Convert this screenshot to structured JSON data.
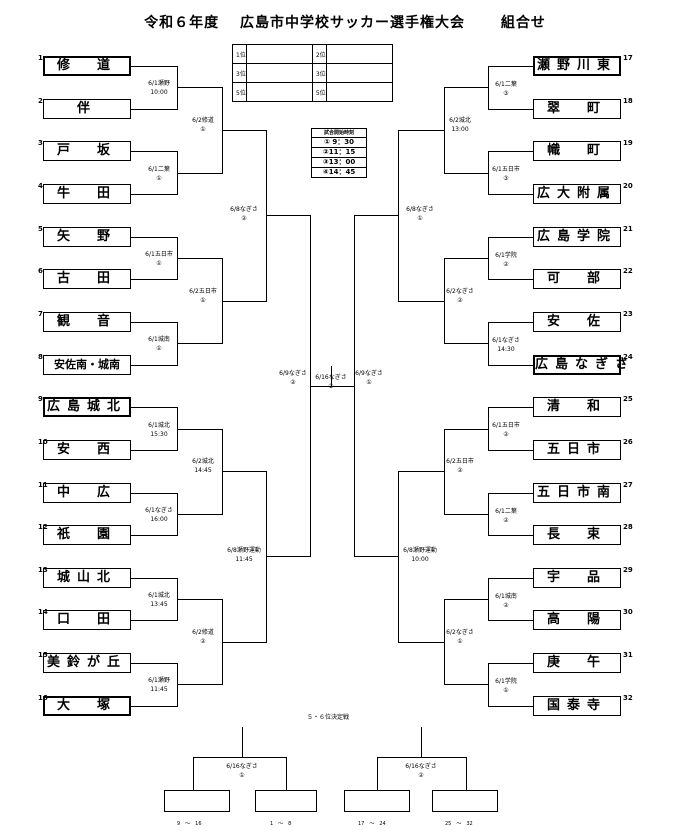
{
  "title": "令和６年度　 広島市中学校サッカー選手権大会　　 組合せ",
  "rank_table": [
    [
      "1位",
      "2位"
    ],
    [
      "3位",
      "3位"
    ],
    [
      "5位",
      "5位"
    ]
  ],
  "schedule": {
    "header": "試合開始時刻",
    "rows": [
      "① 9：30",
      "②11：15",
      "③13：00",
      "④14：45"
    ]
  },
  "left_teams": [
    {
      "num": "1",
      "name": "修　道"
    },
    {
      "num": "2",
      "name": "伴"
    },
    {
      "num": "3",
      "name": "戸　坂"
    },
    {
      "num": "4",
      "name": "牛　田"
    },
    {
      "num": "5",
      "name": "矢　野"
    },
    {
      "num": "6",
      "name": "古　田"
    },
    {
      "num": "7",
      "name": "観　音"
    },
    {
      "num": "8",
      "name": "安佐南・城南"
    },
    {
      "num": "9",
      "name": "広島城北"
    },
    {
      "num": "10",
      "name": "安　西"
    },
    {
      "num": "11",
      "name": "中　広"
    },
    {
      "num": "12",
      "name": "祇　園"
    },
    {
      "num": "13",
      "name": "城山北"
    },
    {
      "num": "14",
      "name": "口　田"
    },
    {
      "num": "15",
      "name": "美鈴が丘"
    },
    {
      "num": "16",
      "name": "大　塚"
    }
  ],
  "right_teams": [
    {
      "num": "17",
      "name": "瀬野川東"
    },
    {
      "num": "18",
      "name": "翠　町"
    },
    {
      "num": "19",
      "name": "幟　町"
    },
    {
      "num": "20",
      "name": "広大附属"
    },
    {
      "num": "21",
      "name": "広島学院"
    },
    {
      "num": "22",
      "name": "可　部"
    },
    {
      "num": "23",
      "name": "安　佐"
    },
    {
      "num": "24",
      "name": "広島なぎさ"
    },
    {
      "num": "25",
      "name": "清　和"
    },
    {
      "num": "26",
      "name": "五日市"
    },
    {
      "num": "27",
      "name": "五日市南"
    },
    {
      "num": "28",
      "name": "長　束"
    },
    {
      "num": "29",
      "name": "宇　品"
    },
    {
      "num": "30",
      "name": "高　陽"
    },
    {
      "num": "31",
      "name": "庚　午"
    },
    {
      "num": "32",
      "name": "国泰寺"
    }
  ],
  "left_r1": [
    {
      "t": "6/1瀬野",
      "s": "10:00"
    },
    {
      "t": "6/1二葉",
      "s": "①"
    },
    {
      "t": "6/1五日市",
      "s": "①"
    },
    {
      "t": "6/1城南",
      "s": "①"
    },
    {
      "t": "6/1城北",
      "s": "15:30"
    },
    {
      "t": "6/1なぎさ",
      "s": "16:00"
    },
    {
      "t": "6/1城北",
      "s": "13:45"
    },
    {
      "t": "6/1瀬野",
      "s": "11:45"
    }
  ],
  "right_r1": [
    {
      "t": "6/1二葉",
      "s": "③"
    },
    {
      "t": "6/1五日市",
      "s": "③"
    },
    {
      "t": "6/1学院",
      "s": "②"
    },
    {
      "t": "6/1なぎさ",
      "s": "14:30"
    },
    {
      "t": "6/1五日市",
      "s": "②"
    },
    {
      "t": "6/1二葉",
      "s": "②"
    },
    {
      "t": "6/1城南",
      "s": "②"
    },
    {
      "t": "6/1学院",
      "s": "①"
    }
  ],
  "left_r2": [
    {
      "t": "6/2修道",
      "s": "①"
    },
    {
      "t": "6/2五日市",
      "s": "①"
    },
    {
      "t": "6/2城北",
      "s": "14:45"
    },
    {
      "t": "6/2修道",
      "s": "②"
    }
  ],
  "right_r2": [
    {
      "t": "6/2城北",
      "s": "13:00"
    },
    {
      "t": "6/2なぎさ",
      "s": "②"
    },
    {
      "t": "6/2五日市",
      "s": "②"
    },
    {
      "t": "6/2なぎさ",
      "s": "①"
    }
  ],
  "left_r3": [
    {
      "t": "6/8なぎさ",
      "s": "②"
    },
    {
      "t": "6/8瀬野運動",
      "s": "11:45"
    }
  ],
  "right_r3": [
    {
      "t": "6/8なぎさ",
      "s": "①"
    },
    {
      "t": "6/8瀬野運動",
      "s": "10:00"
    }
  ],
  "semi_left": {
    "t": "6/9なぎさ",
    "s": "②"
  },
  "semi_right": {
    "t": "6/9なぎさ",
    "s": "①"
  },
  "final": {
    "t": "6/16なぎさ",
    "s": "③"
  },
  "fifth": {
    "label": "５・６位決定戦",
    "left": {
      "t": "6/16なぎさ",
      "s": "①"
    },
    "right": {
      "t": "6/16なぎさ",
      "s": "②"
    },
    "slots": [
      "9　～　16",
      "1　～　8",
      "17　～　24",
      "25　～　32"
    ]
  }
}
